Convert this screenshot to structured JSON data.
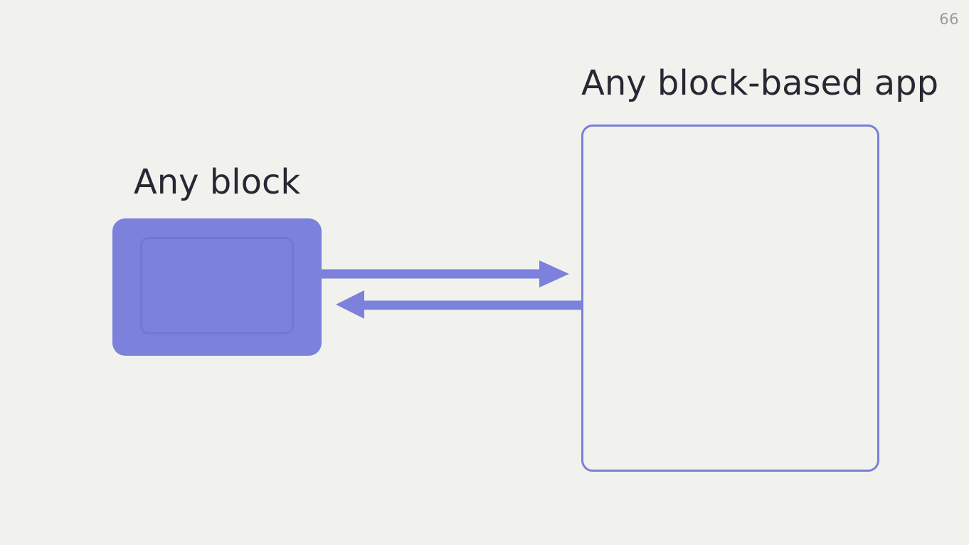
{
  "page_number": "66",
  "diagram": {
    "block_label": "Any block",
    "app_label": "Any block-based app",
    "arrows": [
      {
        "name": "block-to-app-arrow",
        "direction": "right"
      },
      {
        "name": "app-to-block-arrow",
        "direction": "left"
      }
    ]
  },
  "colors": {
    "background": "#F1F2ED",
    "accent": "#7C81DC",
    "outline": "#7A80D8",
    "text": "#272833",
    "page_number": "#9B9B99"
  }
}
